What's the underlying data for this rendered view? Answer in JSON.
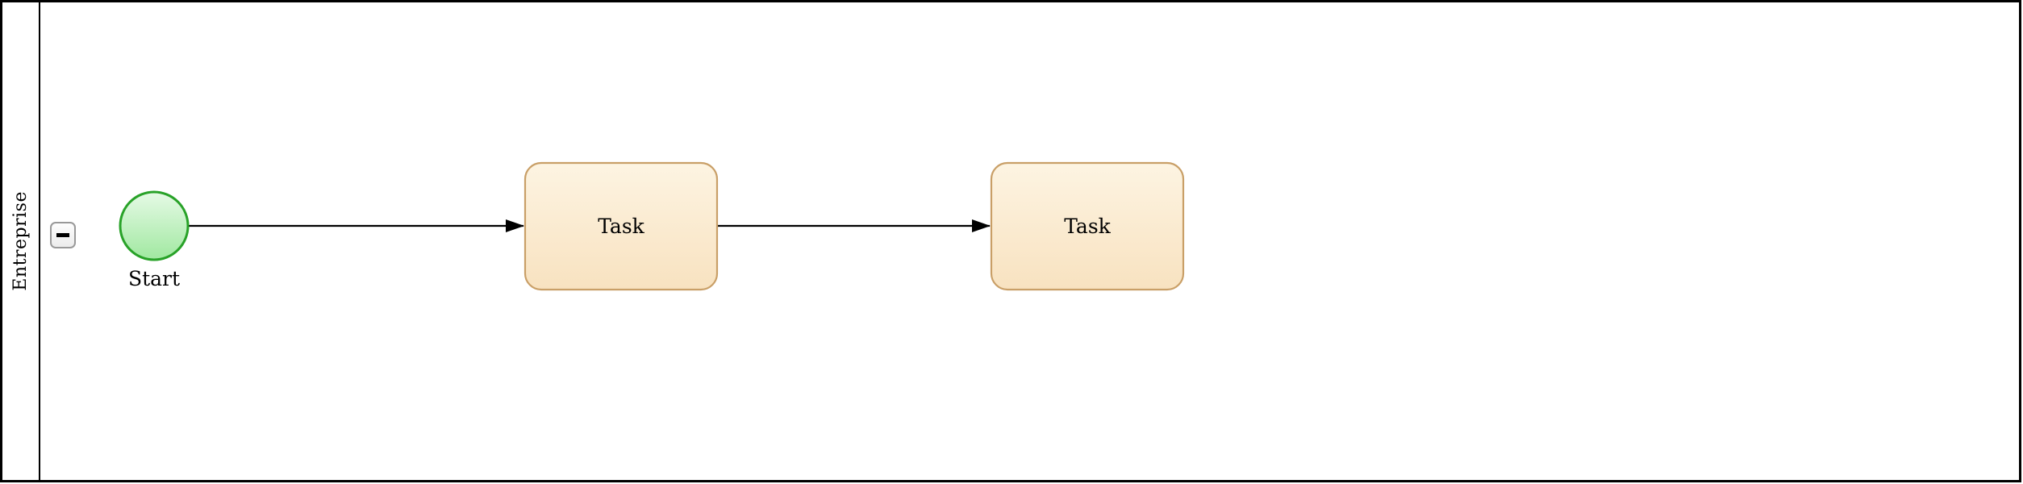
{
  "pool": {
    "label": "Entreprise",
    "collapse_icon": "minus"
  },
  "nodes": {
    "start_event": {
      "label": "Start",
      "type": "start-event"
    },
    "task1": {
      "label": "Task",
      "type": "task"
    },
    "task2": {
      "label": "Task",
      "type": "task"
    }
  },
  "connectors": {
    "flow1": {
      "from": "start_event",
      "to": "task1"
    },
    "flow2": {
      "from": "task1",
      "to": "task2"
    }
  },
  "colors": {
    "pool_border": "#000000",
    "event_stroke": "#28a228",
    "event_fill_top": "#e6fae6",
    "event_fill_bottom": "#a0e8a0",
    "task_stroke": "#c99f67",
    "task_fill_top": "#fdf4e2",
    "task_fill_bottom": "#f8e2c0",
    "connector": "#000000",
    "button_border": "#999999"
  }
}
